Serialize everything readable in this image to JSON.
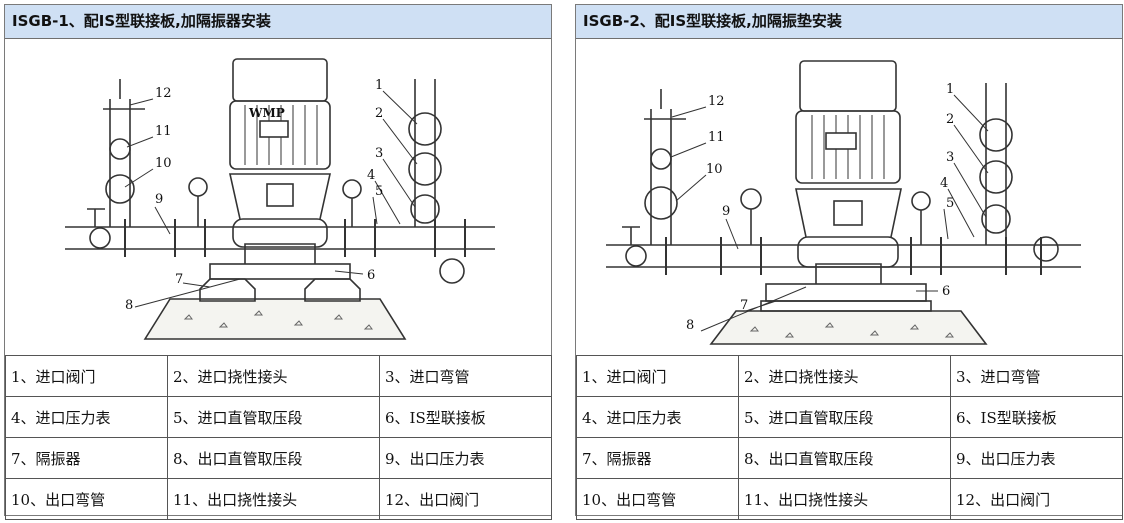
{
  "panels": [
    {
      "title": "ISGB-1、配IS型联接板,加隔振器安装",
      "variant": "isolator",
      "callouts": [
        "1",
        "2",
        "3",
        "4",
        "5",
        "6",
        "7",
        "8",
        "9",
        "10",
        "11",
        "12"
      ],
      "motor_text": "WMP",
      "legend": [
        [
          "1、进口阀门",
          "2、进口挠性接头",
          "3、进口弯管"
        ],
        [
          "4、进口压力表",
          "5、进口直管取压段",
          "6、IS型联接板"
        ],
        [
          "7、隔振器",
          "8、出口直管取压段",
          "9、出口压力表"
        ],
        [
          "10、出口弯管",
          "11、出口挠性接头",
          "12、出口阀门"
        ]
      ]
    },
    {
      "title": "ISGB-2、配IS型联接板,加隔振垫安装",
      "variant": "pad",
      "callouts": [
        "1",
        "2",
        "3",
        "4",
        "5",
        "6",
        "7",
        "8",
        "9",
        "10",
        "11",
        "12"
      ],
      "motor_text": "",
      "legend": [
        [
          "1、进口阀门",
          "2、进口挠性接头",
          "3、进口弯管"
        ],
        [
          "4、进口压力表",
          "5、进口直管取压段",
          "6、IS型联接板"
        ],
        [
          "7、隔振器",
          "8、出口直管取压段",
          "9、出口压力表"
        ],
        [
          "10、出口弯管",
          "11、出口挠性接头",
          "12、出口阀门"
        ]
      ]
    }
  ],
  "colors": {
    "title_bg": "#cfe0f4",
    "line": "#333333",
    "border": "#555555"
  }
}
